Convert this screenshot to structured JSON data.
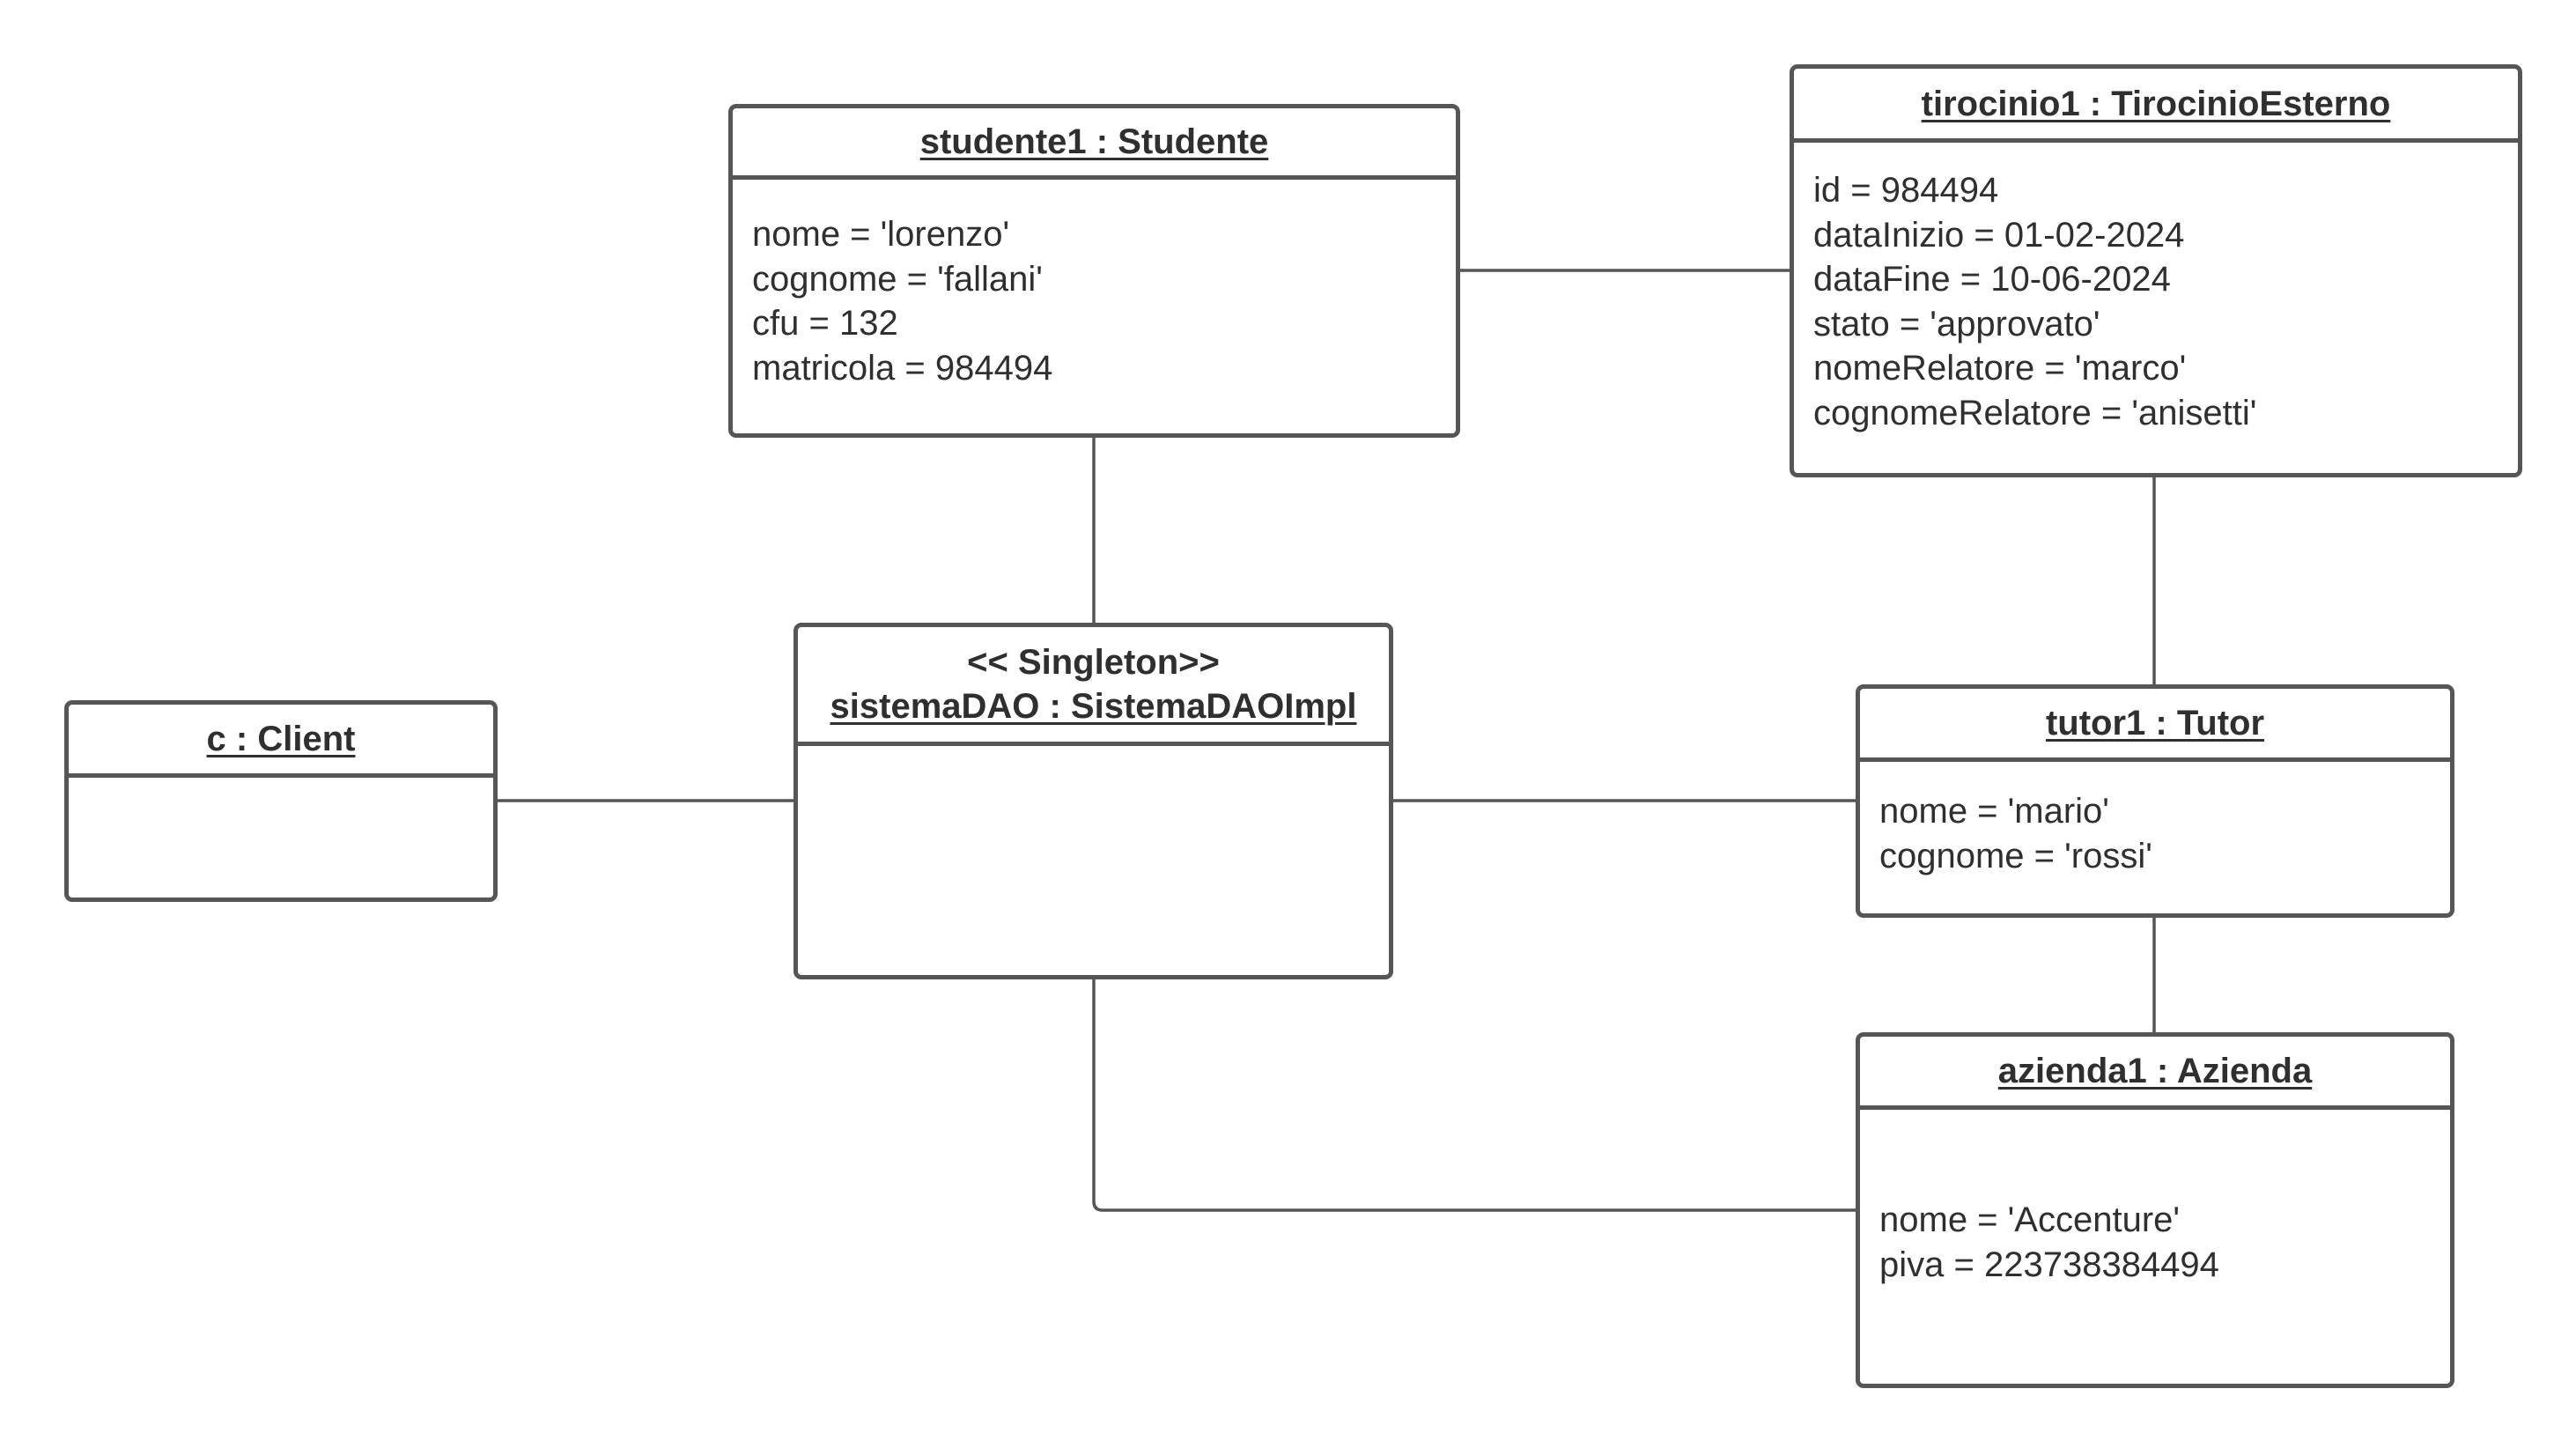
{
  "objects": {
    "studente": {
      "title": "studente1 : Studente",
      "attributes": [
        "nome = 'lorenzo'",
        "cognome = 'fallani'",
        "cfu = 132",
        "matricola = 984494"
      ]
    },
    "tirocinio": {
      "title": "tirocinio1 : TirocinioEsterno",
      "attributes": [
        "id = 984494",
        "dataInizio = 01-02-2024",
        "dataFine = 10-06-2024",
        "stato = 'approvato'",
        "nomeRelatore = 'marco'",
        "cognomeRelatore = 'anisetti'"
      ]
    },
    "client": {
      "title": "c : Client",
      "attributes": []
    },
    "sistema": {
      "stereotype": "<< Singleton>>",
      "title": "sistemaDAO : SistemaDAOImpl",
      "attributes": []
    },
    "tutor": {
      "title": "tutor1 : Tutor",
      "attributes": [
        "nome = 'mario'",
        "cognome = 'rossi'"
      ]
    },
    "azienda": {
      "title": "azienda1 : Azienda",
      "attributes": [
        "nome = 'Accenture'",
        "piva = 223738384494"
      ]
    }
  }
}
